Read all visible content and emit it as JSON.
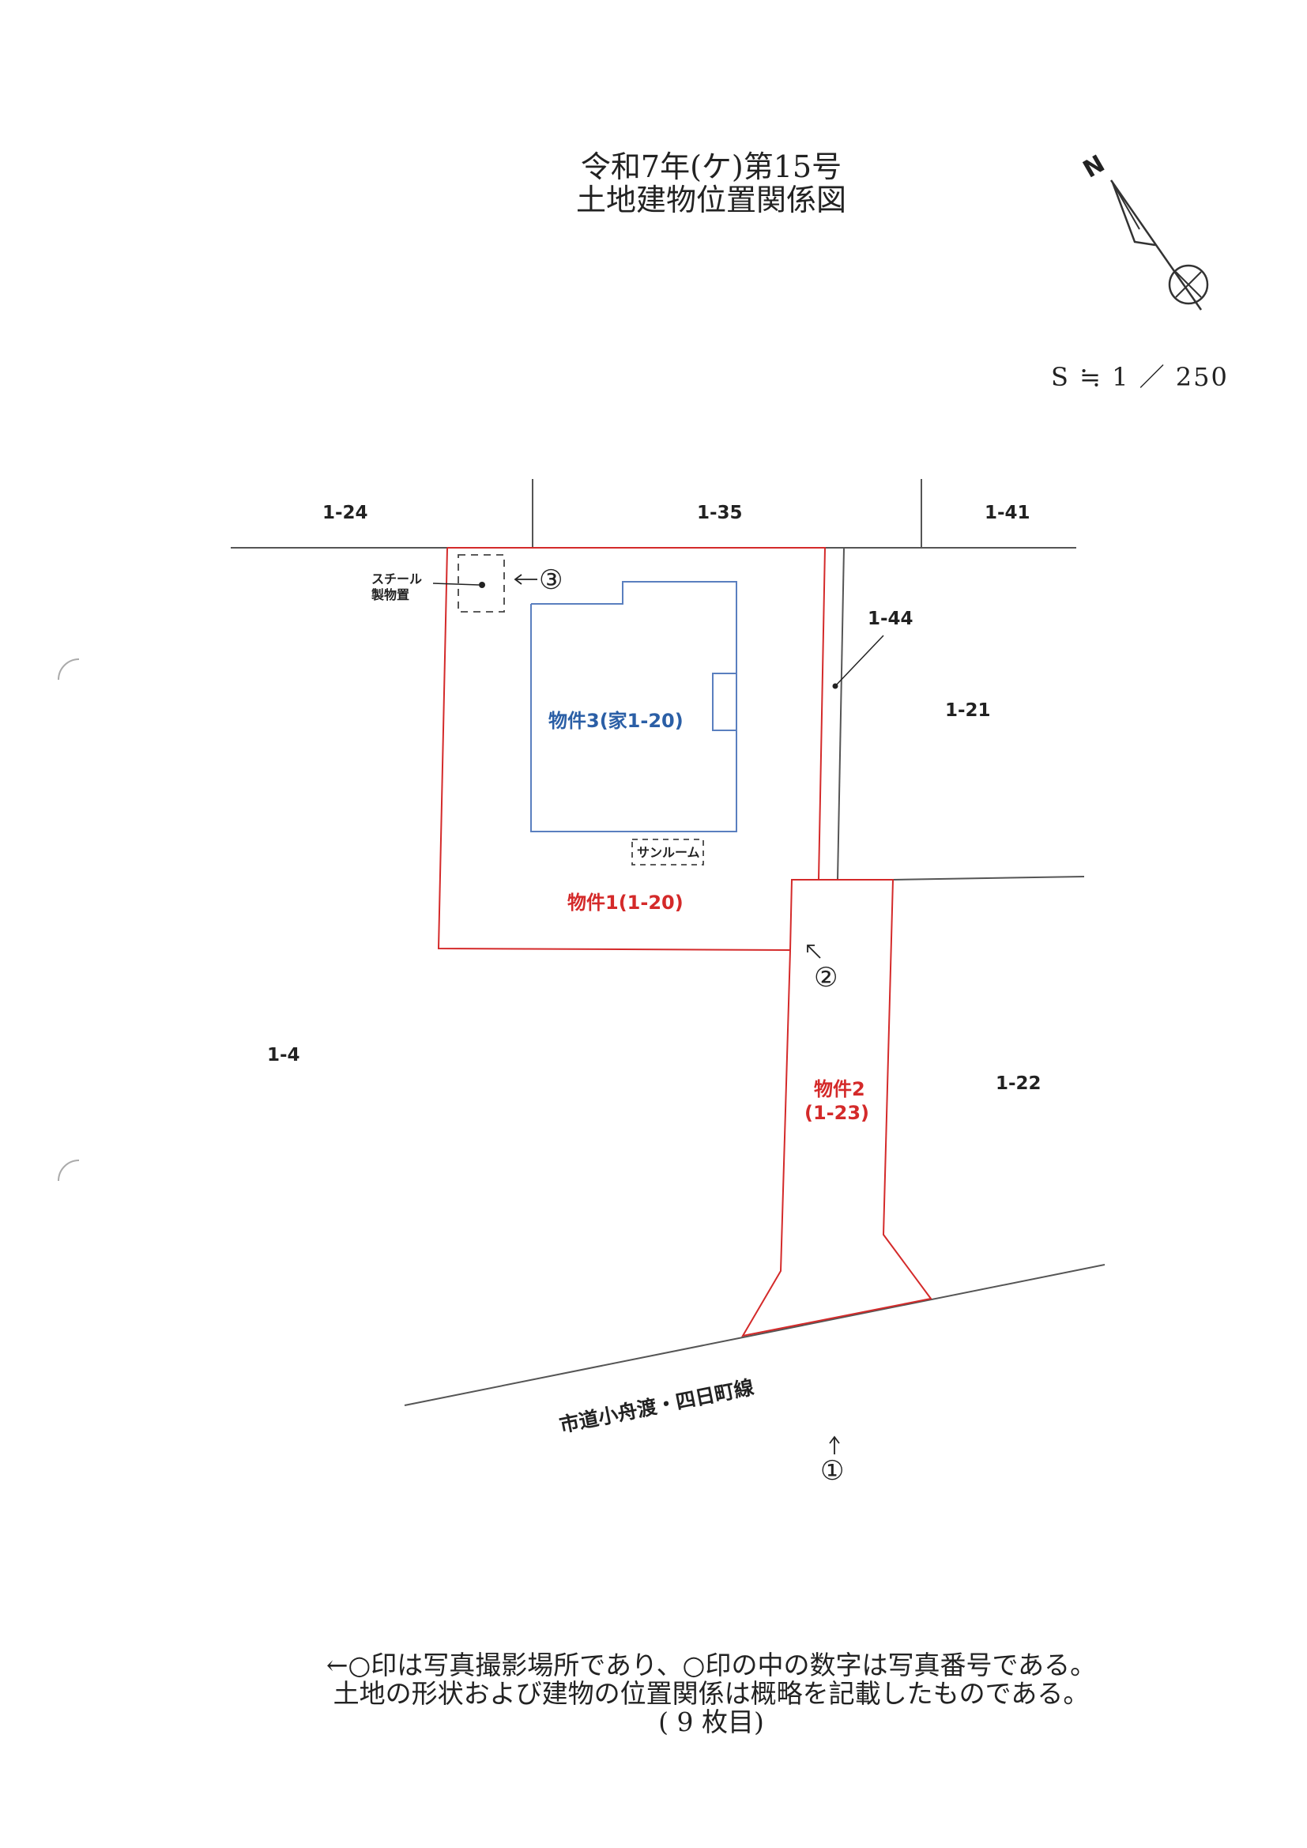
{
  "header": {
    "title_line1": "令和7年(ケ)第15号",
    "title_line2": "土地建物位置関係図"
  },
  "compass": {
    "label": "N"
  },
  "scale": {
    "text": "S ≒ 1 ／ 250"
  },
  "parcels": {
    "p1_24": "1-24",
    "p1_35": "1-35",
    "p1_41": "1-41",
    "p1_44": "1-44",
    "p1_21": "1-21",
    "p1_4": "1-4",
    "p1_22": "1-22"
  },
  "properties": {
    "property1": "物件1(1-20)",
    "property2_line1": "物件2",
    "property2_line2": "(1-23)",
    "property3": "物件3(家1-20)"
  },
  "structures": {
    "steel_line1": "スチール",
    "steel_line2": "製物置",
    "sunroom": "サンルーム"
  },
  "photo_markers": {
    "m1": "①",
    "m2": "②",
    "m3": "③"
  },
  "road": {
    "name": "市道小舟渡・四日町線"
  },
  "colors": {
    "property_boundary": "#d42a2a",
    "building": "#2b5fa6",
    "parcel_line": "#555555"
  },
  "notes": {
    "line1": "←○印は写真撮影場所であり、○印の中の数字は写真番号である。",
    "line2": "土地の形状および建物の位置関係は概略を記載したものである。",
    "line3": "( 9 枚目)"
  }
}
